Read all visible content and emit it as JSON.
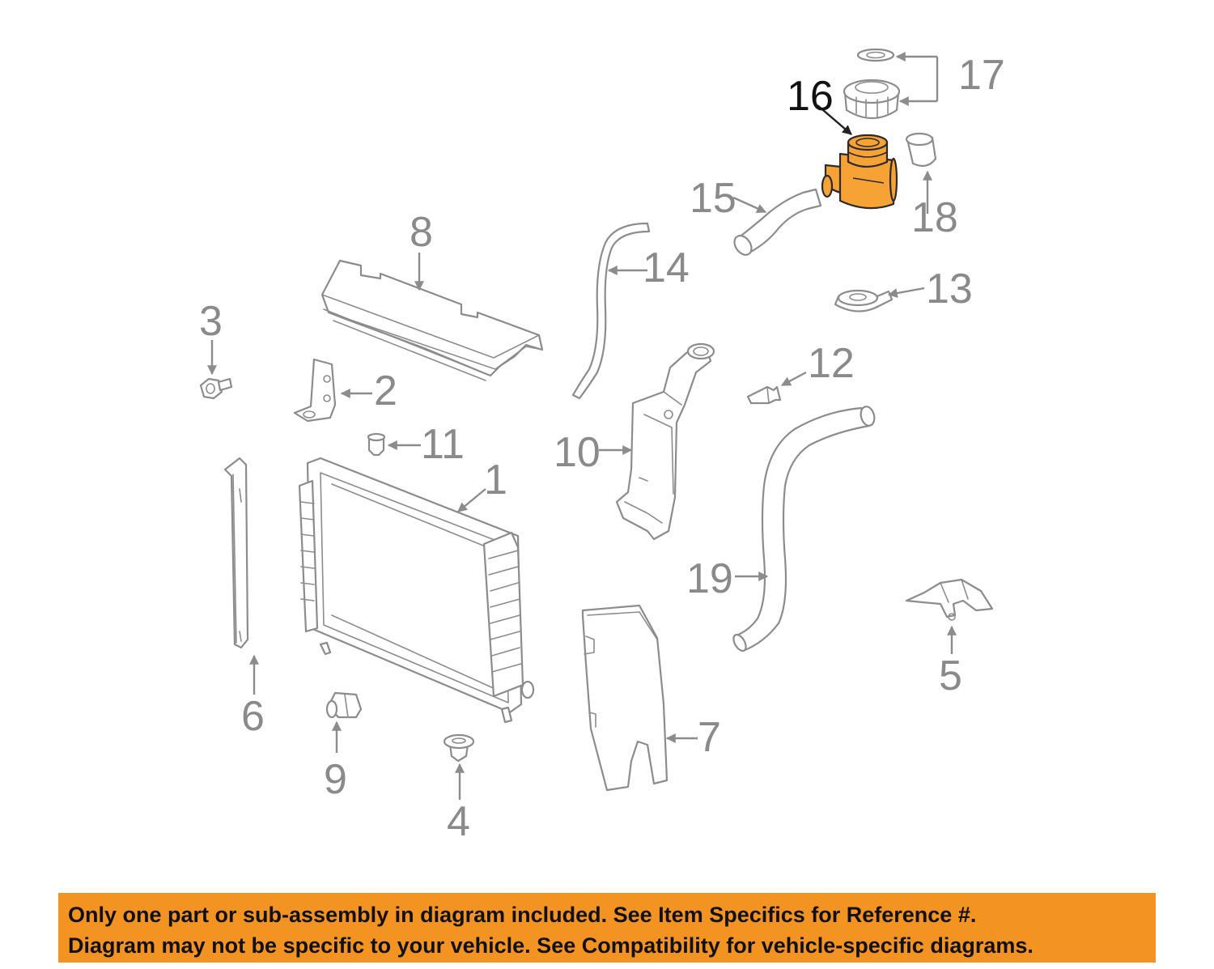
{
  "callouts": {
    "c1": "1",
    "c2": "2",
    "c3": "3",
    "c4": "4",
    "c5": "5",
    "c6": "6",
    "c7": "7",
    "c8": "8",
    "c9": "9",
    "c10": "10",
    "c11": "11",
    "c12": "12",
    "c13": "13",
    "c14": "14",
    "c15": "15",
    "c16": "16",
    "c17": "17",
    "c18": "18",
    "c19": "19"
  },
  "highlighted_part": "16",
  "colors": {
    "highlight": "#f7a234",
    "banner": "#f39321",
    "line_art": "#8c8c8c"
  },
  "notice": {
    "line1": "Only one part or sub-assembly in diagram included. See Item Specifics for Reference #.",
    "line2": "Diagram may not be specific to your vehicle. See Compatibility for vehicle-specific diagrams."
  }
}
